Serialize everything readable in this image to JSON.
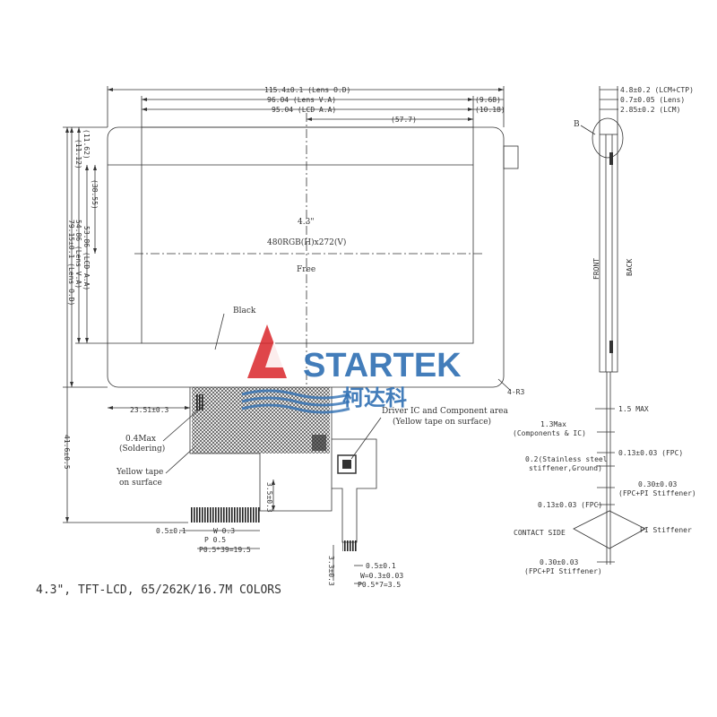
{
  "top_dims": {
    "lens_od": "115.4±0.1 (Lens O.D)",
    "lens_va": "96.04 (Lens V.A)",
    "lcd_aa": "95.04 (LCD A.A)",
    "d9_68": "(9.68)",
    "d10_18": "(10.18)",
    "d57_7": "(57.7)"
  },
  "left_dims": {
    "d11_62": "(11.62)",
    "d11_12": "(11.12)",
    "d38_55": "(38.55)",
    "lcd_aa_h": "53.86 (LCD A.A)",
    "lens_va_h": "54.86 (Lens V.A)",
    "lens_od_h": "79.15±0.1 (Lens O.D)",
    "total_h": "41.6±0.5"
  },
  "panel": {
    "size": "4.3\"",
    "resolution": "480RGB(H)x272(V)",
    "free": "Free",
    "black": "Black",
    "corner_radius": "4-R3"
  },
  "fpc": {
    "offset": "23.51±0.3",
    "soldering_1": "0.4Max",
    "soldering_2": "(Soldering)",
    "yellow_1": "Yellow tape",
    "yellow_2": "on surface",
    "driver_1": "Driver IC and Component area",
    "driver_2": "(Yellow tape on surface)",
    "d3_5": "3.5±0.3",
    "pin_edge": "0.5±0.1",
    "pin_w": "W 0.3",
    "pin_p": "P 0.5",
    "pin_total": "P0.5*39=19.5",
    "d3_3": "3.3±0.3",
    "ctp_edge": "0.5±0.1",
    "ctp_w": "W=0.3±0.03",
    "ctp_total": "P0.5*7=3.5"
  },
  "side": {
    "b_label": "B",
    "lcm_ctp": "4.8±0.2 (LCM+CTP)",
    "lens_t": "0.7±0.05 (Lens)",
    "lcm_t": "2.85±0.2 (LCM)",
    "front": "FRONT",
    "back": "BACK",
    "max_1_5": "1.5 MAX",
    "comp_1": "1.3Max",
    "comp_2": "(Components & IC)",
    "fpc_1": "0.13±0.03 (FPC)",
    "steel_1": "0.2(Stainless steel",
    "steel_2": "stiffener,Ground)",
    "stiff_1": "0.30±0.03",
    "stiff_2": "(FPC+PI Stiffener)",
    "fpc_2": "0.13±0.03 (FPC)",
    "contact_side": "CONTACT SIDE",
    "pi_stiffener": "PI Stiffener",
    "stiff_b1": "0.30±0.03",
    "stiff_b2": "(FPC+PI Stiffener)"
  },
  "watermark": {
    "brand": "STARTEK",
    "chinese": "柯达科"
  },
  "caption": "4.3\", TFT-LCD, 65/262K/16.7M COLORS",
  "colors": {
    "line": "#333333",
    "logo_red": "#d9262a",
    "logo_blue": "#2f6fb3"
  }
}
